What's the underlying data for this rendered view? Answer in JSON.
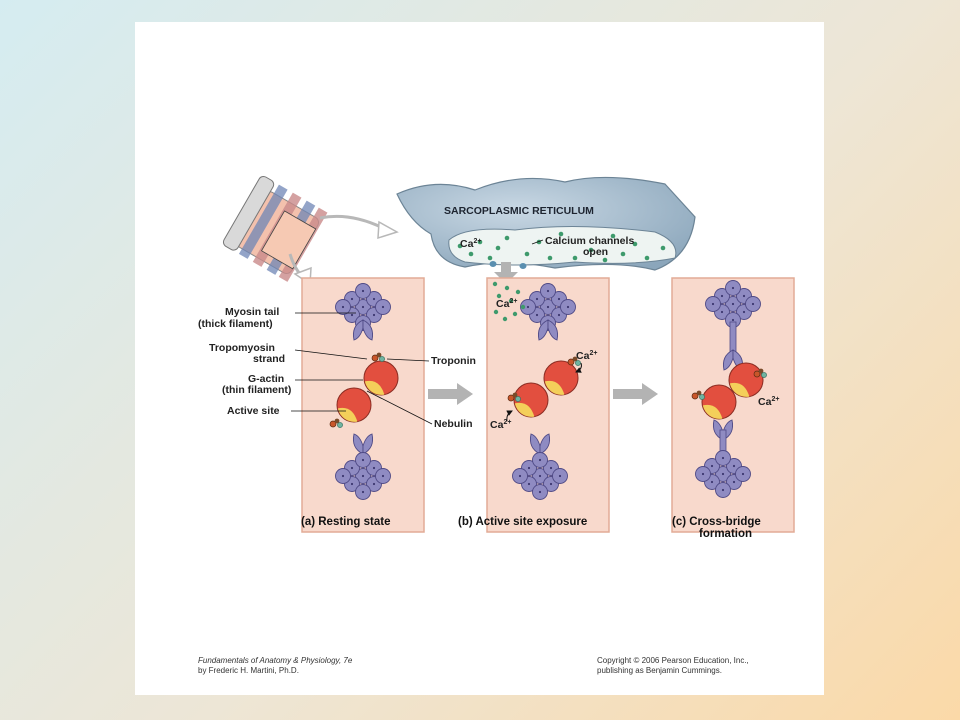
{
  "sarcoplasmic_reticulum": {
    "title": "SARCOPLASMIC RETICULUM",
    "ca_label": "Ca",
    "ca_sup": "2+",
    "channels_line1": "Calcium channels",
    "channels_line2": "open"
  },
  "labels": {
    "myosin_tail_1": "Myosin tail",
    "myosin_tail_2": "(thick filament)",
    "tropomyosin_1": "Tropomyosin",
    "tropomyosin_2": "strand",
    "g_actin_1": "G-actin",
    "g_actin_2": "(thin filament)",
    "active_site": "Active site",
    "troponin": "Troponin",
    "nebulin": "Nebulin",
    "ca": "Ca",
    "ca_sup": "2+"
  },
  "captions": {
    "a": "(a)  Resting state",
    "b": "(b)  Active site exposure",
    "c_line1": "(c)  Cross-bridge",
    "c_line2": "formation"
  },
  "footer": {
    "book_title": "Fundamentals of Anatomy & Physiology, 7e",
    "author": "by Frederic H. Martini, Ph.D.",
    "copyright_1": "Copyright © 2006 Pearson Education, Inc.,",
    "copyright_2": "publishing as Benjamin Cummings."
  },
  "colors": {
    "panel_fill": "#f8d9cc",
    "panel_stroke": "#e2ab96",
    "sr_fill": "#9fb7c9",
    "sr_lumen": "#eef4f2",
    "calcium_dot": "#3e9a6c",
    "myosin": "#8f8bc2",
    "actin_red": "#e24f3f",
    "actin_yellow": "#f4cf5a",
    "arrow": "#b3b3b3"
  }
}
